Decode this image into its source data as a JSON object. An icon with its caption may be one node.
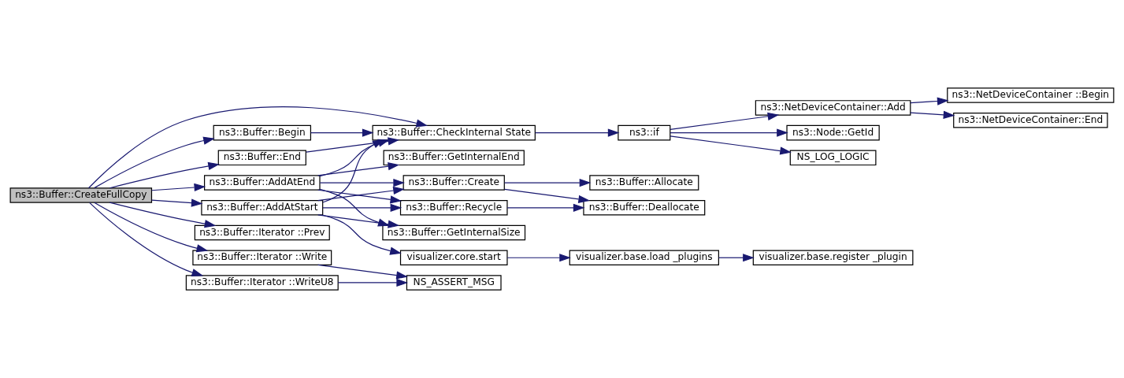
{
  "diagram": {
    "nodes": [
      {
        "text": [
          "ns3::Buffer::CreateFullCopy"
        ]
      },
      {
        "text": [
          "ns3::Buffer::Begin"
        ]
      },
      {
        "text": [
          "ns3::Buffer::CheckInternal State"
        ]
      },
      {
        "text": [
          "ns3::Buffer::End"
        ]
      },
      {
        "text": [
          "ns3::Buffer::AddAtEnd"
        ]
      },
      {
        "text": [
          "ns3::Buffer::AddAtStart"
        ]
      },
      {
        "text": [
          "ns3::Buffer::Iterator ::Prev"
        ]
      },
      {
        "text": [
          "ns3::Buffer::Iterator ::Write"
        ]
      },
      {
        "text": [
          "ns3::Buffer::Iterator ::WriteU8"
        ]
      },
      {
        "text": [
          "ns3::if"
        ]
      },
      {
        "text": [
          "ns3::Buffer::GetInternalEnd"
        ]
      },
      {
        "text": [
          "ns3::Buffer::Create"
        ]
      },
      {
        "text": [
          "ns3::Buffer::Recycle"
        ]
      },
      {
        "text": [
          "ns3::Buffer::GetInternalSize"
        ]
      },
      {
        "text": [
          "visualizer.core.start"
        ]
      },
      {
        "text": [
          "NS_ASSERT_MSG"
        ]
      },
      {
        "text": [
          "ns3::NetDeviceContainer::Add"
        ]
      },
      {
        "text": [
          "ns3::Node::GetId"
        ]
      },
      {
        "text": [
          "NS_LOG_LOGIC"
        ]
      },
      {
        "text": [
          "ns3::Buffer::Allocate"
        ]
      },
      {
        "text": [
          "ns3::Buffer::Deallocate"
        ]
      },
      {
        "text": [
          "visualizer.base.load _plugins"
        ]
      },
      {
        "text": [
          "ns3::NetDeviceContainer ::Begin"
        ]
      },
      {
        "text": [
          "ns3::NetDeviceContainer::End"
        ]
      },
      {
        "text": [
          "visualizer.base.register _plugin"
        ]
      }
    ],
    "edges": [
      {
        "from": 0,
        "to": 2,
        "arrow": "to"
      },
      {
        "from": 0,
        "to": 1,
        "arrow": "to"
      },
      {
        "from": 0,
        "to": 3,
        "arrow": "to"
      },
      {
        "from": 0,
        "to": 4,
        "arrow": "to"
      },
      {
        "from": 0,
        "to": 5,
        "arrow": "to"
      },
      {
        "from": 0,
        "to": 6,
        "arrow": "to"
      },
      {
        "from": 0,
        "to": 7,
        "arrow": "to"
      },
      {
        "from": 0,
        "to": 8,
        "arrow": "to"
      },
      {
        "from": 1,
        "to": 2,
        "arrow": "to"
      },
      {
        "from": 2,
        "to": 9,
        "arrow": "to"
      },
      {
        "from": 9,
        "to": 16,
        "arrow": "to"
      },
      {
        "from": 16,
        "to": 22,
        "arrow": "to"
      },
      {
        "from": 16,
        "to": 23,
        "arrow": "to"
      },
      {
        "from": 9,
        "to": 17,
        "arrow": "to"
      },
      {
        "from": 9,
        "to": 18,
        "arrow": "to"
      },
      {
        "from": 3,
        "to": 2,
        "arrow": "to"
      },
      {
        "from": 4,
        "to": 2,
        "arrow": "to"
      },
      {
        "from": 4,
        "to": 10,
        "arrow": "to"
      },
      {
        "from": 4,
        "to": 11,
        "arrow": "to"
      },
      {
        "from": 11,
        "to": 19,
        "arrow": "to"
      },
      {
        "from": 11,
        "to": 20,
        "arrow": "to"
      },
      {
        "from": 4,
        "to": 12,
        "arrow": "to"
      },
      {
        "from": 12,
        "to": 20,
        "arrow": "to"
      },
      {
        "from": 4,
        "to": 13,
        "arrow": "to"
      },
      {
        "from": 5,
        "to": 2,
        "arrow": "to"
      },
      {
        "from": 5,
        "to": 11,
        "arrow": "to"
      },
      {
        "from": 5,
        "to": 12,
        "arrow": "to"
      },
      {
        "from": 5,
        "to": 13,
        "arrow": "to"
      },
      {
        "from": 5,
        "to": 14,
        "arrow": "to"
      },
      {
        "from": 14,
        "to": 21,
        "arrow": "to"
      },
      {
        "from": 21,
        "to": 24,
        "arrow": "to"
      },
      {
        "from": 7,
        "to": 15,
        "arrow": "to"
      },
      {
        "from": 8,
        "to": 15,
        "arrow": "to"
      }
    ]
  }
}
